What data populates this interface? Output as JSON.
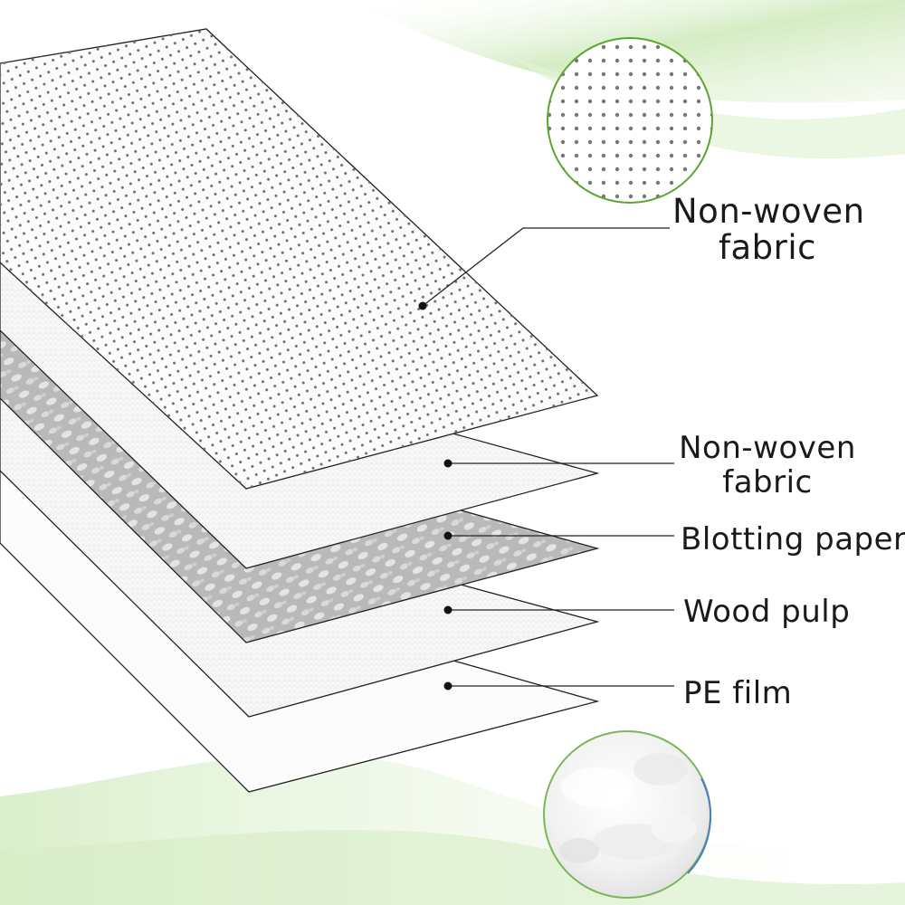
{
  "layers": [
    {
      "id": "layer-1",
      "label_lines": [
        "Non-woven",
        "fabric"
      ],
      "texture": "dotted"
    },
    {
      "id": "layer-2",
      "label_lines": [
        "Non-woven",
        "fabric"
      ],
      "texture": "fine"
    },
    {
      "id": "layer-3",
      "label_lines": [
        "Blotting paper"
      ],
      "texture": "grey-quilted"
    },
    {
      "id": "layer-4",
      "label_lines": [
        "Wood pulp"
      ],
      "texture": "fine"
    },
    {
      "id": "layer-5",
      "label_lines": [
        "PE film"
      ],
      "texture": "plain"
    }
  ],
  "colors": {
    "accent_green": "#b9dfa2",
    "line": "#222222",
    "dot": "#6e6e6e",
    "grey_layer": "#b4b4b4"
  }
}
